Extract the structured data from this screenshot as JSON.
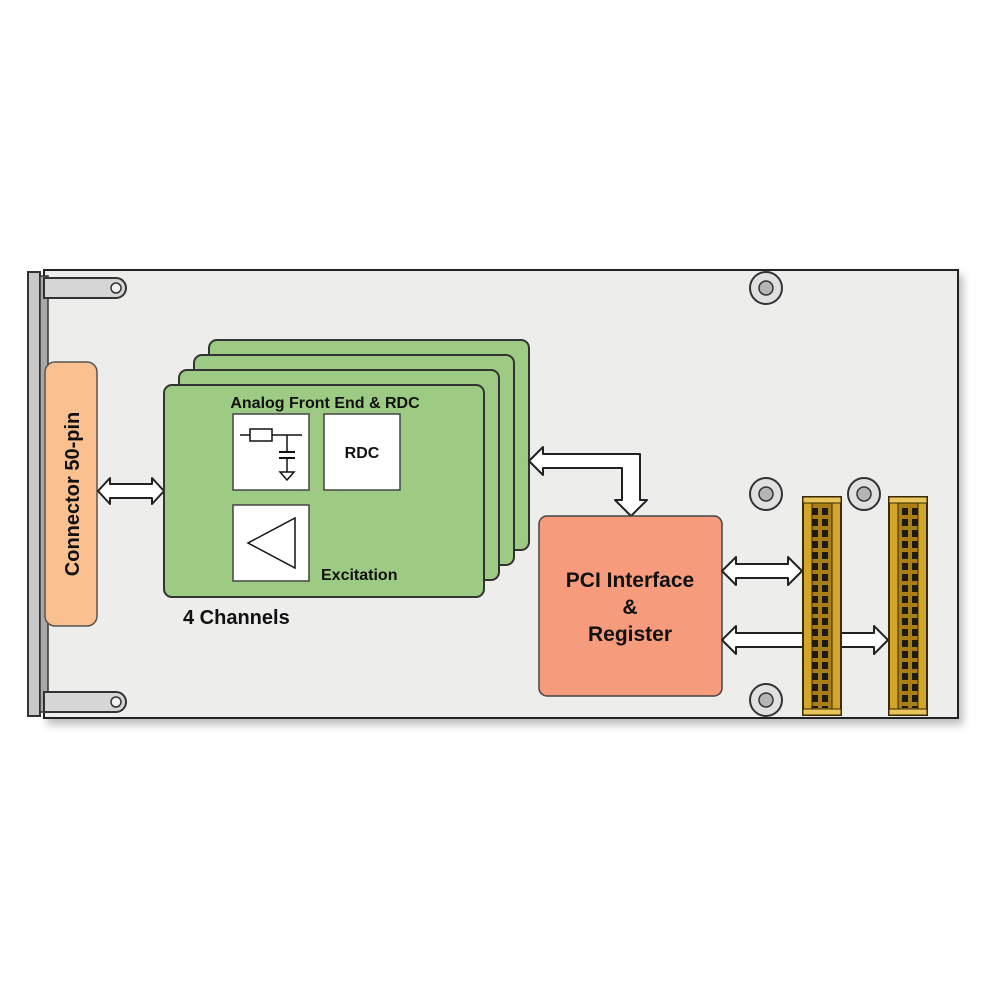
{
  "connector": {
    "label": "Connector 50-pin"
  },
  "front_end": {
    "title": "Analog Front End & RDC",
    "rdc_label": "RDC",
    "excitation_label": "Excitation",
    "channels_label": "4 Channels",
    "filter_icon": "rc-filter-icon",
    "amplifier_icon": "amplifier-triangle-icon"
  },
  "pci": {
    "line1": "PCI Interface",
    "line2": "&",
    "line3": "Register"
  },
  "colors": {
    "board": "#ededeb",
    "green": "#9dcb83",
    "connector": "#fac08f",
    "pci": "#f79b7d",
    "header": "#d4a52b"
  }
}
